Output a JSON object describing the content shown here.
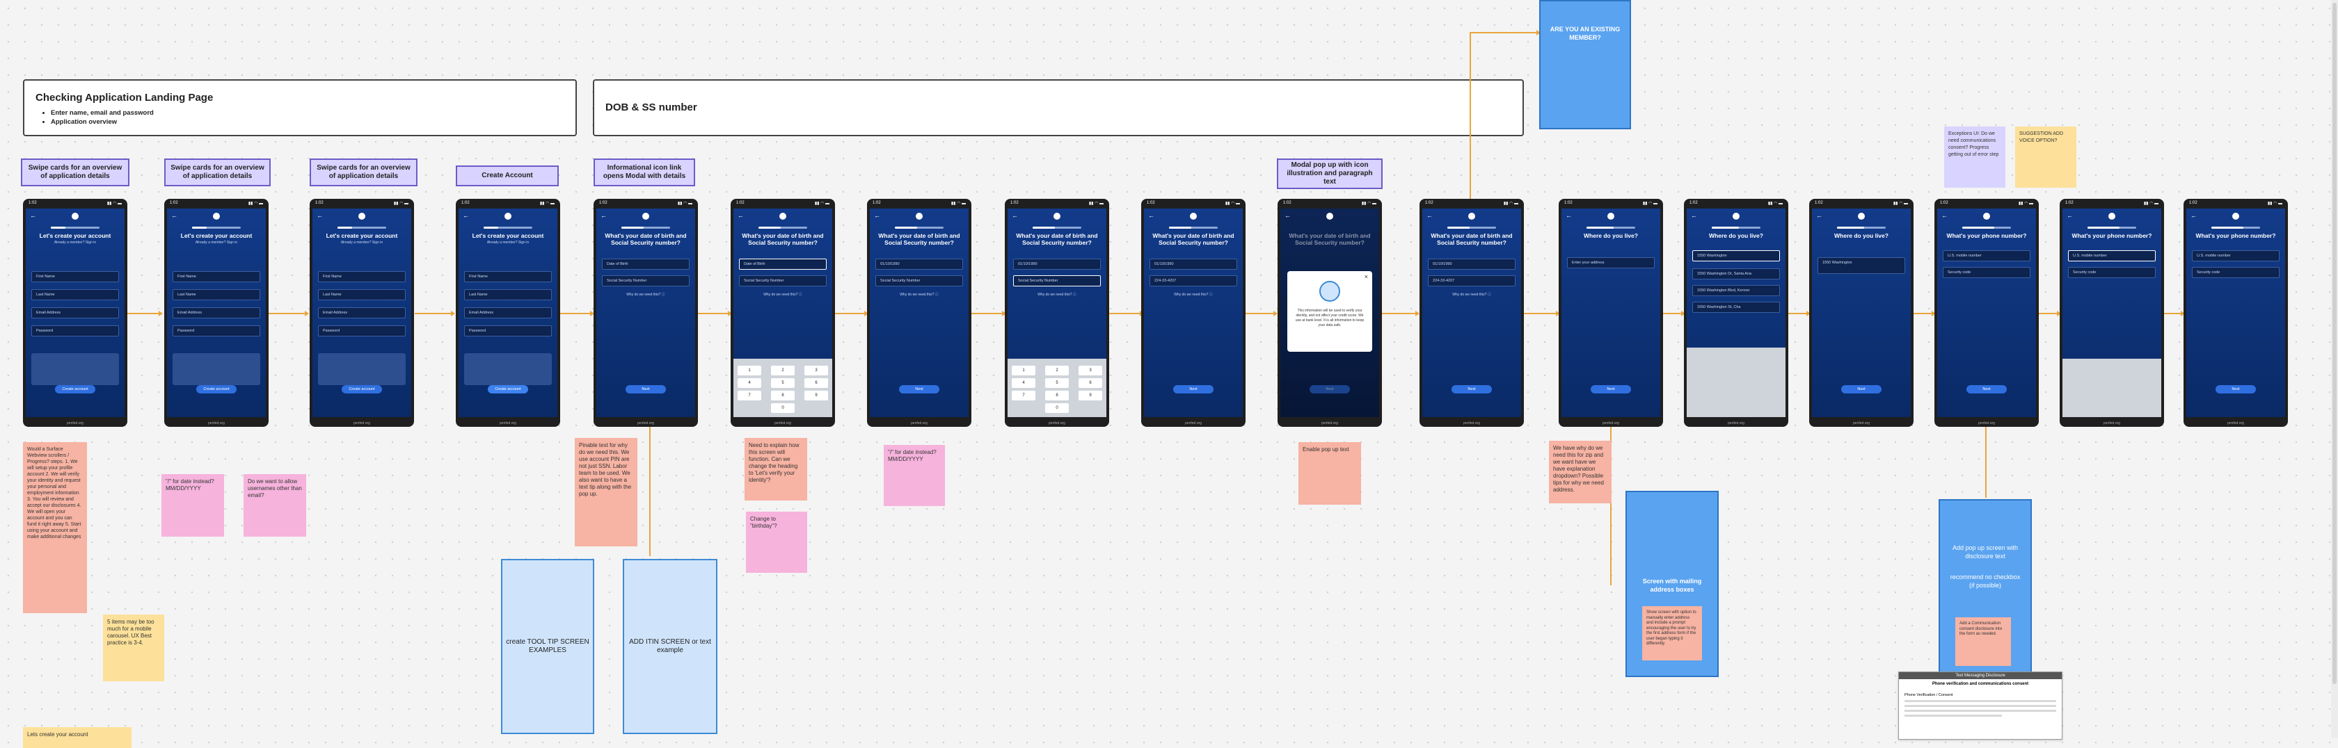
{
  "sections": [
    {
      "title": "Checking Application Landing Page",
      "bullets": [
        "Enter name, email and password",
        "Application overview"
      ]
    },
    {
      "title": "DOB & SS number",
      "bullets": []
    }
  ],
  "labels": [
    "Swipe cards for an overview of application details",
    "Swipe cards for an overview of application details",
    "Swipe cards for an overview of application details",
    "Create Account",
    "Informational icon link opens Modal with details",
    "Modal pop up with icon illustration and paragraph text"
  ],
  "phones": {
    "status_time": "1:02",
    "status_icons": "▮▮ ◠ ▬",
    "footer": "penfed.org",
    "create_title": "Let's create your account",
    "create_sub": "Already a member? Sign in",
    "fields_create": [
      "First Name",
      "Last Name",
      "Email Address",
      "Password"
    ],
    "create_btn": "Create account",
    "dob_title": "What's your date of birth and Social Security number?",
    "dob_fields": [
      "Date of Birth",
      "Social Security Number"
    ],
    "dob_filled": [
      "01/10/1990",
      "224-33-4207"
    ],
    "dob_why": "Why do we need this? ⓘ",
    "next_btn": "Next",
    "live_title": "Where do you live?",
    "live_field": "Enter your address",
    "live_sugg": [
      "1550 Washington",
      "1550 Washington Dr, Santa Ana",
      "1550 Washington Blvd, Kenner",
      "1550 Washington St, Cha"
    ],
    "phone_title": "What's your phone number?",
    "phone_fields": [
      "U.S. mobile number",
      "Security code"
    ],
    "modal_text": "This information will be used to verify your identity, and not affect your credit score. We use at bank level. It is all information to keep your data safe."
  },
  "stickies": {
    "s1": "Would a Surface Webview scrollers / Progress? steps. 1. We will setup your profile account 2. We will verify your identity and request your personal and employment information 3. You will review and accept our disclosures 4. We will open your account and you can fund it right away 5. Start using your account and make additional changes",
    "s2": "\"/\" for date instead? MM/DD/YYYY",
    "s3": "Do we want to allow usernames other than email?",
    "s4": "5 items may be too much for a mobile carousel. UX Best practice is 3-4.",
    "s5": "Lets create your account",
    "s6": "Pinable text for why do we need this. We use account PIN are not just SSN. Labor team to be used. We also want to have a text tip along with the pop up.",
    "s7": "Need to explain how this screen will function. Can we change the heading to 'Let's verify your identity'?",
    "s8": "Change to \"birthday\"?",
    "s9": "\"/\" for date instead? MM/DD/YYYY",
    "s10": "Enable pop up text",
    "s11": "We have why do we need this for zip and we want have we have explanation dropdown? Possible tips for why we need address.",
    "s12": "SUGGESTION ADD VOICE OPTION?",
    "s13": "Exceptions UI: Do we need communications consent? Progress getting out of error step"
  },
  "blueboxes": {
    "member": "ARE YOU AN EXISTING MEMBER?",
    "mailing": "Screen with mailing address boxes",
    "mailing_note": "Show screen with option to manually enter address and include a prompt encouraging the user to try the first address form if the user began typing it differently.",
    "popup": "Add pop up screen with disclosure text",
    "popup_sub": "recommend no checkbox (if possible)",
    "popup_note": "Add a Communication consent disclosure into the form as needed."
  },
  "lightboxes": {
    "tooltip": "create TOOL TIP SCREEN EXAMPLES",
    "itin": "ADD ITIN SCREEN or text example"
  },
  "doc": {
    "bar": "Text Messaging Disclosure",
    "title": "Phone verification and communications consent",
    "body": "Phone Verification / Consent"
  },
  "colors": {
    "accent": "#2f6fe0",
    "phone_bg": "#0a2a66",
    "arrow": "#e9a53c",
    "label_border": "#6b5cc9"
  }
}
